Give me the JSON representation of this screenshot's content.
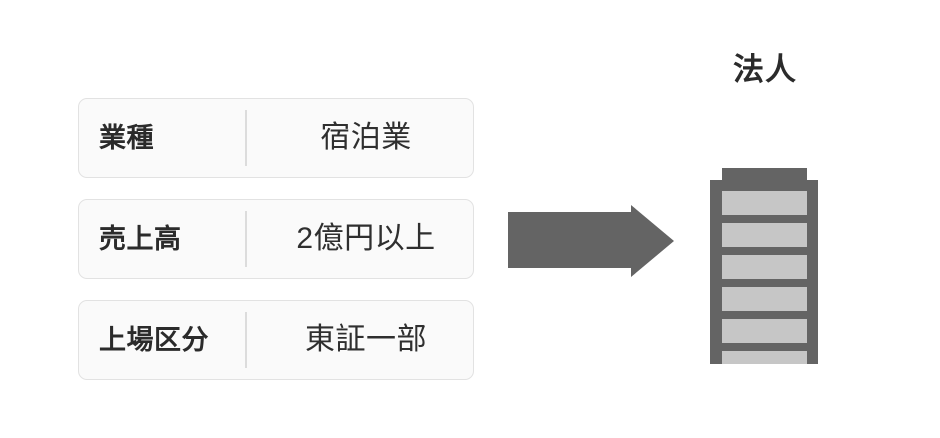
{
  "graphic": {
    "title_visible": false,
    "background_color": "#ffffff"
  },
  "attributes": {
    "rows": [
      {
        "label": "業種",
        "value": "宿泊業"
      },
      {
        "label": "売上高",
        "value": "2億円以上"
      },
      {
        "label": "上場区分",
        "value": "東証一部"
      }
    ],
    "card_background": "#fafafa",
    "card_border_color": "#e2e2e2",
    "divider_color": "#dcdcdc",
    "label_color": "#2b2b2b",
    "value_color": "#2f2f2f"
  },
  "arrow": {
    "name": "right-arrow",
    "direction": "right",
    "color": "#646464"
  },
  "building": {
    "label": "法人",
    "label_color": "#2b2b2b",
    "body_color": "#646464",
    "window_color": "#c6c6c6",
    "base_color": "#8a8a8a",
    "floors": 6,
    "entrance": "double-door"
  }
}
